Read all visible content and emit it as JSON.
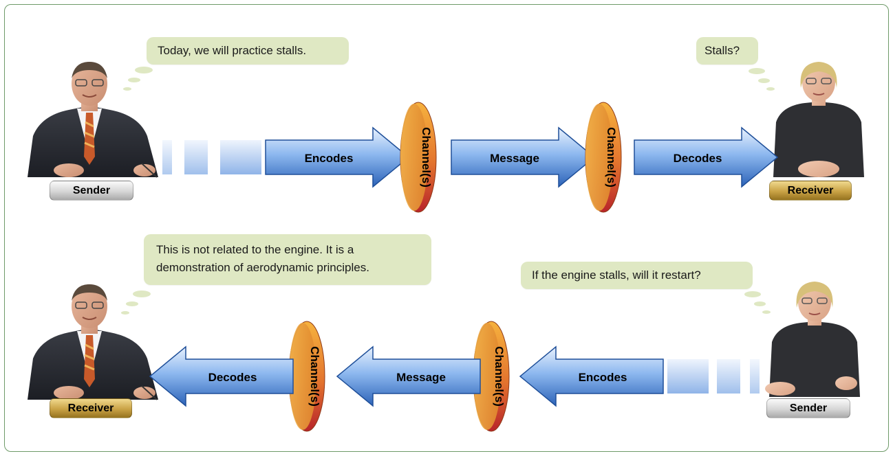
{
  "top_row": {
    "sender_label": "Sender",
    "receiver_label": "Receiver",
    "sender_bubble": "Today, we will practice stalls.",
    "receiver_bubble": "Stalls?",
    "arrows": [
      "Encodes",
      "Message",
      "Decodes"
    ],
    "channels": [
      "Channel(s)",
      "Channel(s)"
    ]
  },
  "bottom_row": {
    "receiver_label": "Receiver",
    "sender_label": "Sender",
    "receiver_bubble_line1": "This is not related to the engine. It is a",
    "receiver_bubble_line2": "demonstration of aerodynamic principles.",
    "sender_bubble": "If the engine stalls, will it restart?",
    "arrows": [
      "Decodes",
      "Message",
      "Encodes"
    ],
    "channels": [
      "Channel(s)",
      "Channel(s)"
    ]
  },
  "colors": {
    "bubble": "#dfe8c3",
    "arrow_light": "#dbe9fb",
    "arrow_dark": "#2f6fc4",
    "channel_orange": "#f0a43a",
    "channel_red": "#c0282c",
    "frame": "#6e9a68"
  }
}
